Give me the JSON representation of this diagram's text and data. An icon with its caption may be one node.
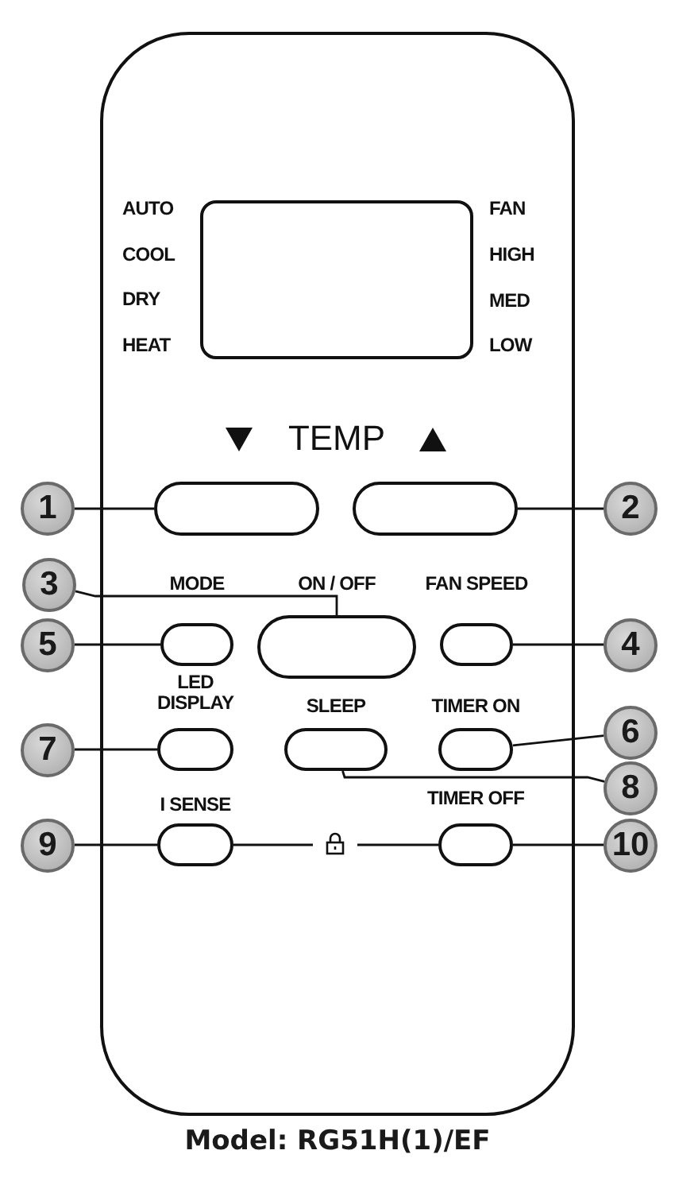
{
  "diagram": {
    "caption": "Model: RG51H(1)/EF",
    "nodes": [
      {
        "text": [],
        "shape": "box"
      },
      {
        "text": [],
        "shape": "box",
        "in": 0
      },
      {
        "text": [],
        "shape": "box",
        "in": 0
      },
      {
        "text": [],
        "shape": "box",
        "in": 0
      },
      {
        "text": [
          "MODE"
        ],
        "in": 0
      },
      {
        "text": [
          "ON / OFF"
        ],
        "in": 0
      },
      {
        "text": [
          "FAN SPEED"
        ],
        "in": 0
      },
      {
        "text": [
          "LED DISPLAY"
        ],
        "in": 0
      },
      {
        "text": [
          "SLEEP"
        ],
        "in": 0
      },
      {
        "text": [
          "TIMER ON"
        ],
        "in": 0
      },
      {
        "text": [
          "I SENSE"
        ],
        "in": 0
      },
      {
        "text": [
          "TIMER OFF"
        ],
        "in": 0
      },
      {
        "text": [
          "1"
        ]
      },
      {
        "text": [
          "2"
        ]
      },
      {
        "text": [
          "3"
        ]
      },
      {
        "text": [
          "4"
        ]
      },
      {
        "text": [
          "5"
        ]
      },
      {
        "text": [
          "6"
        ]
      },
      {
        "text": [
          "7"
        ]
      },
      {
        "text": [
          "8"
        ]
      },
      {
        "text": [
          "9"
        ]
      },
      {
        "text": [
          "10"
        ]
      }
    ],
    "edges": [
      {
        "from": 12,
        "to": 2,
        "arrow": "none"
      },
      {
        "from": 13,
        "to": 3,
        "arrow": "none"
      },
      {
        "from": 14,
        "to": 5,
        "arrow": "none"
      },
      {
        "from": 15,
        "to": 6,
        "arrow": "none"
      },
      {
        "from": 16,
        "to": 4,
        "arrow": "none"
      },
      {
        "from": 17,
        "to": 9,
        "arrow": "none"
      },
      {
        "from": 18,
        "to": 7,
        "arrow": "none"
      },
      {
        "from": 19,
        "to": 8,
        "arrow": "none"
      },
      {
        "from": 20,
        "to": 10,
        "arrow": "none"
      },
      {
        "from": 21,
        "to": 11,
        "arrow": "none"
      },
      {
        "from": 10,
        "to": 11,
        "arrow": "none"
      }
    ],
    "labels": [
      "AUTO",
      "COOL",
      "DRY",
      "HEAT",
      "FAN",
      "HIGH",
      "MED",
      "LOW",
      "TEMP"
    ]
  }
}
